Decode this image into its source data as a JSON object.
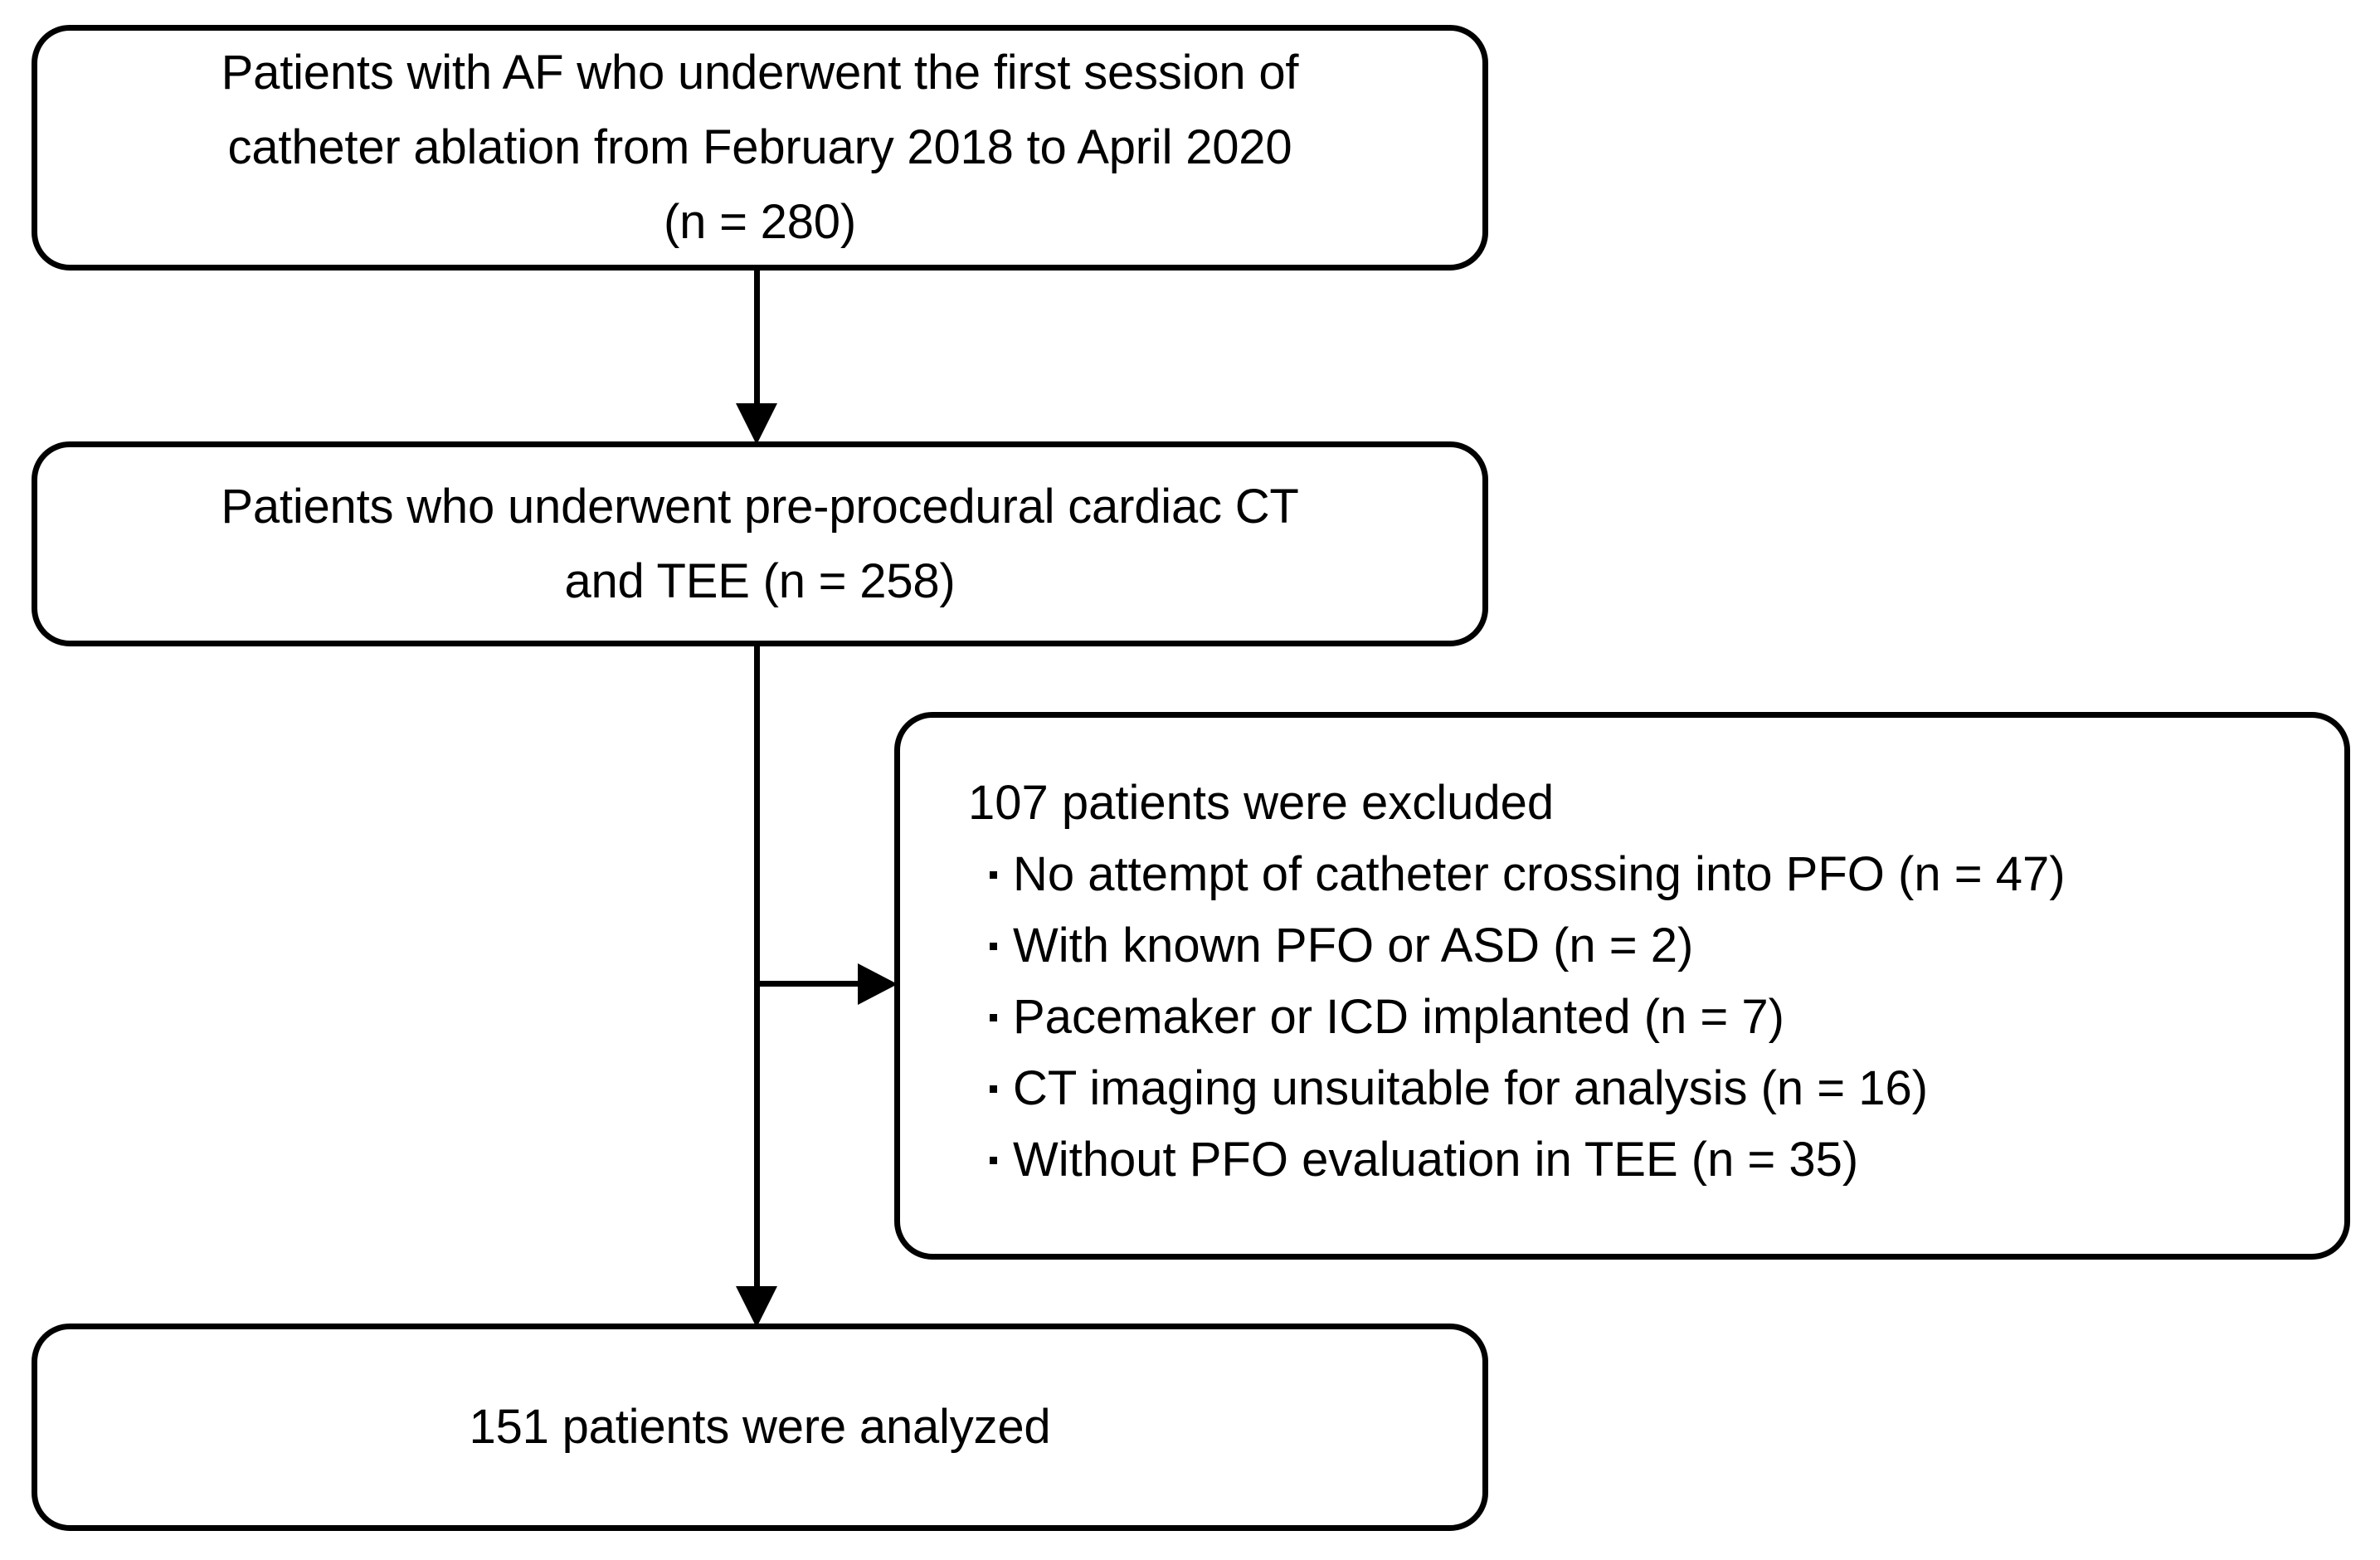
{
  "chart_data": {
    "type": "diagram",
    "title": "Patient enrollment flowchart",
    "nodes": [
      {
        "id": "enrolled",
        "text": "Patients with AF who underwent the first session of\ncatheter ablation from February 2018 to April 2020\n(n = 280)",
        "n": 280
      },
      {
        "id": "imaged",
        "text": "Patients who underwent pre-procedural cardiac CT\nand TEE (n = 258)",
        "n": 258
      },
      {
        "id": "excluded",
        "heading": "107 patients were excluded",
        "n": 107,
        "reasons": [
          {
            "label": "No attempt of catheter crossing into PFO (n = 47)",
            "n": 47
          },
          {
            "label": "With known PFO or ASD (n = 2)",
            "n": 2
          },
          {
            "label": "Pacemaker or ICD implanted (n = 7)",
            "n": 7
          },
          {
            "label": "CT imaging unsuitable for analysis (n = 16)",
            "n": 16
          },
          {
            "label": "Without PFO evaluation in TEE (n = 35)",
            "n": 35
          }
        ]
      },
      {
        "id": "analyzed",
        "text": "151 patients were analyzed",
        "n": 151
      }
    ],
    "edges": [
      {
        "from": "enrolled",
        "to": "imaged",
        "direction": "down"
      },
      {
        "from": "imaged",
        "to": "excluded",
        "direction": "right"
      },
      {
        "from": "imaged",
        "to": "analyzed",
        "direction": "down"
      }
    ],
    "colors": {
      "stroke": "#000000",
      "fill": "#ffffff",
      "text": "#000000"
    }
  },
  "flowchart": {
    "enrolled": {
      "text": "Patients with AF who underwent the first session of\ncatheter ablation from February 2018 to April 2020\n(n = 280)"
    },
    "imaged": {
      "text": "Patients who underwent pre-procedural cardiac CT\nand TEE (n = 258)"
    },
    "excluded": {
      "heading": "107 patients were excluded",
      "reasons": [
        "No attempt of catheter crossing into PFO (n = 47)",
        "With known PFO or ASD (n = 2)",
        "Pacemaker or ICD implanted (n = 7)",
        "CT imaging unsuitable for analysis (n = 16)",
        "Without PFO evaluation in TEE (n = 35)"
      ]
    },
    "analyzed": {
      "text": "151 patients were analyzed"
    }
  }
}
